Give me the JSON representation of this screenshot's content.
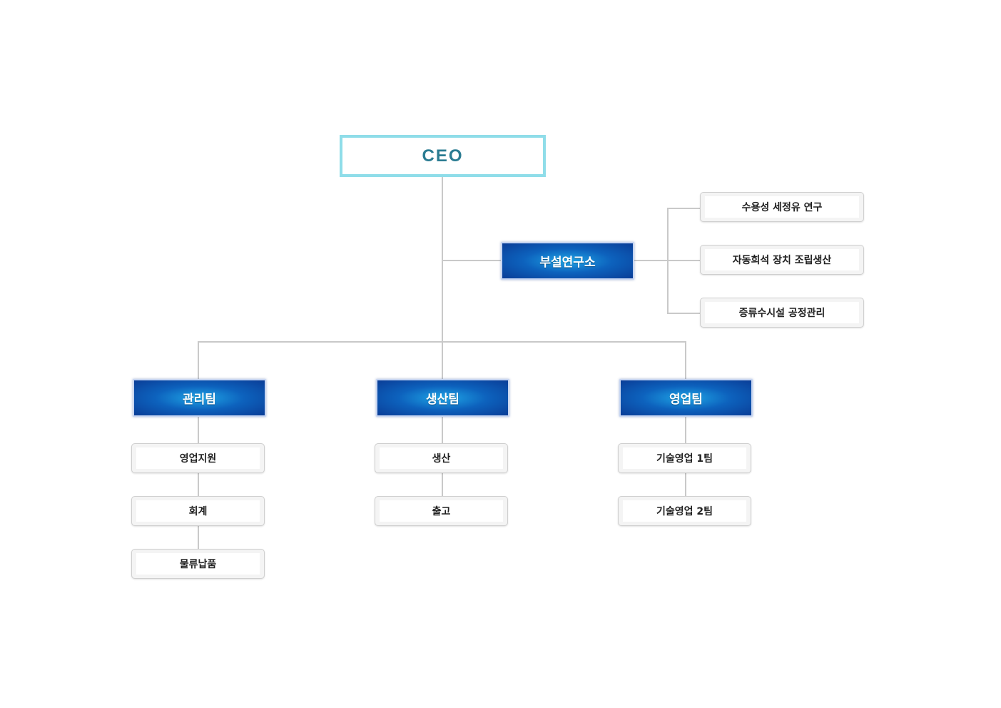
{
  "ceo": {
    "label": "CEO"
  },
  "lab": {
    "label": "부설연구소",
    "items": [
      "수용성 세정유 연구",
      "자동희석 장치 조립생산",
      "증류수시설 공정관리"
    ]
  },
  "teams": [
    {
      "label": "관리팀",
      "items": [
        "영업지원",
        "회계",
        "물류납품"
      ]
    },
    {
      "label": "생산팀",
      "items": [
        "생산",
        "출고"
      ]
    },
    {
      "label": "영업팀",
      "items": [
        "기술영업 1팀",
        "기술영업 2팀"
      ]
    }
  ],
  "colors": {
    "ceo_border": "#8fdde9",
    "ceo_text": "#2b7c92",
    "dept_fill": "#0d62bd",
    "connector": "#c9c9c9"
  }
}
